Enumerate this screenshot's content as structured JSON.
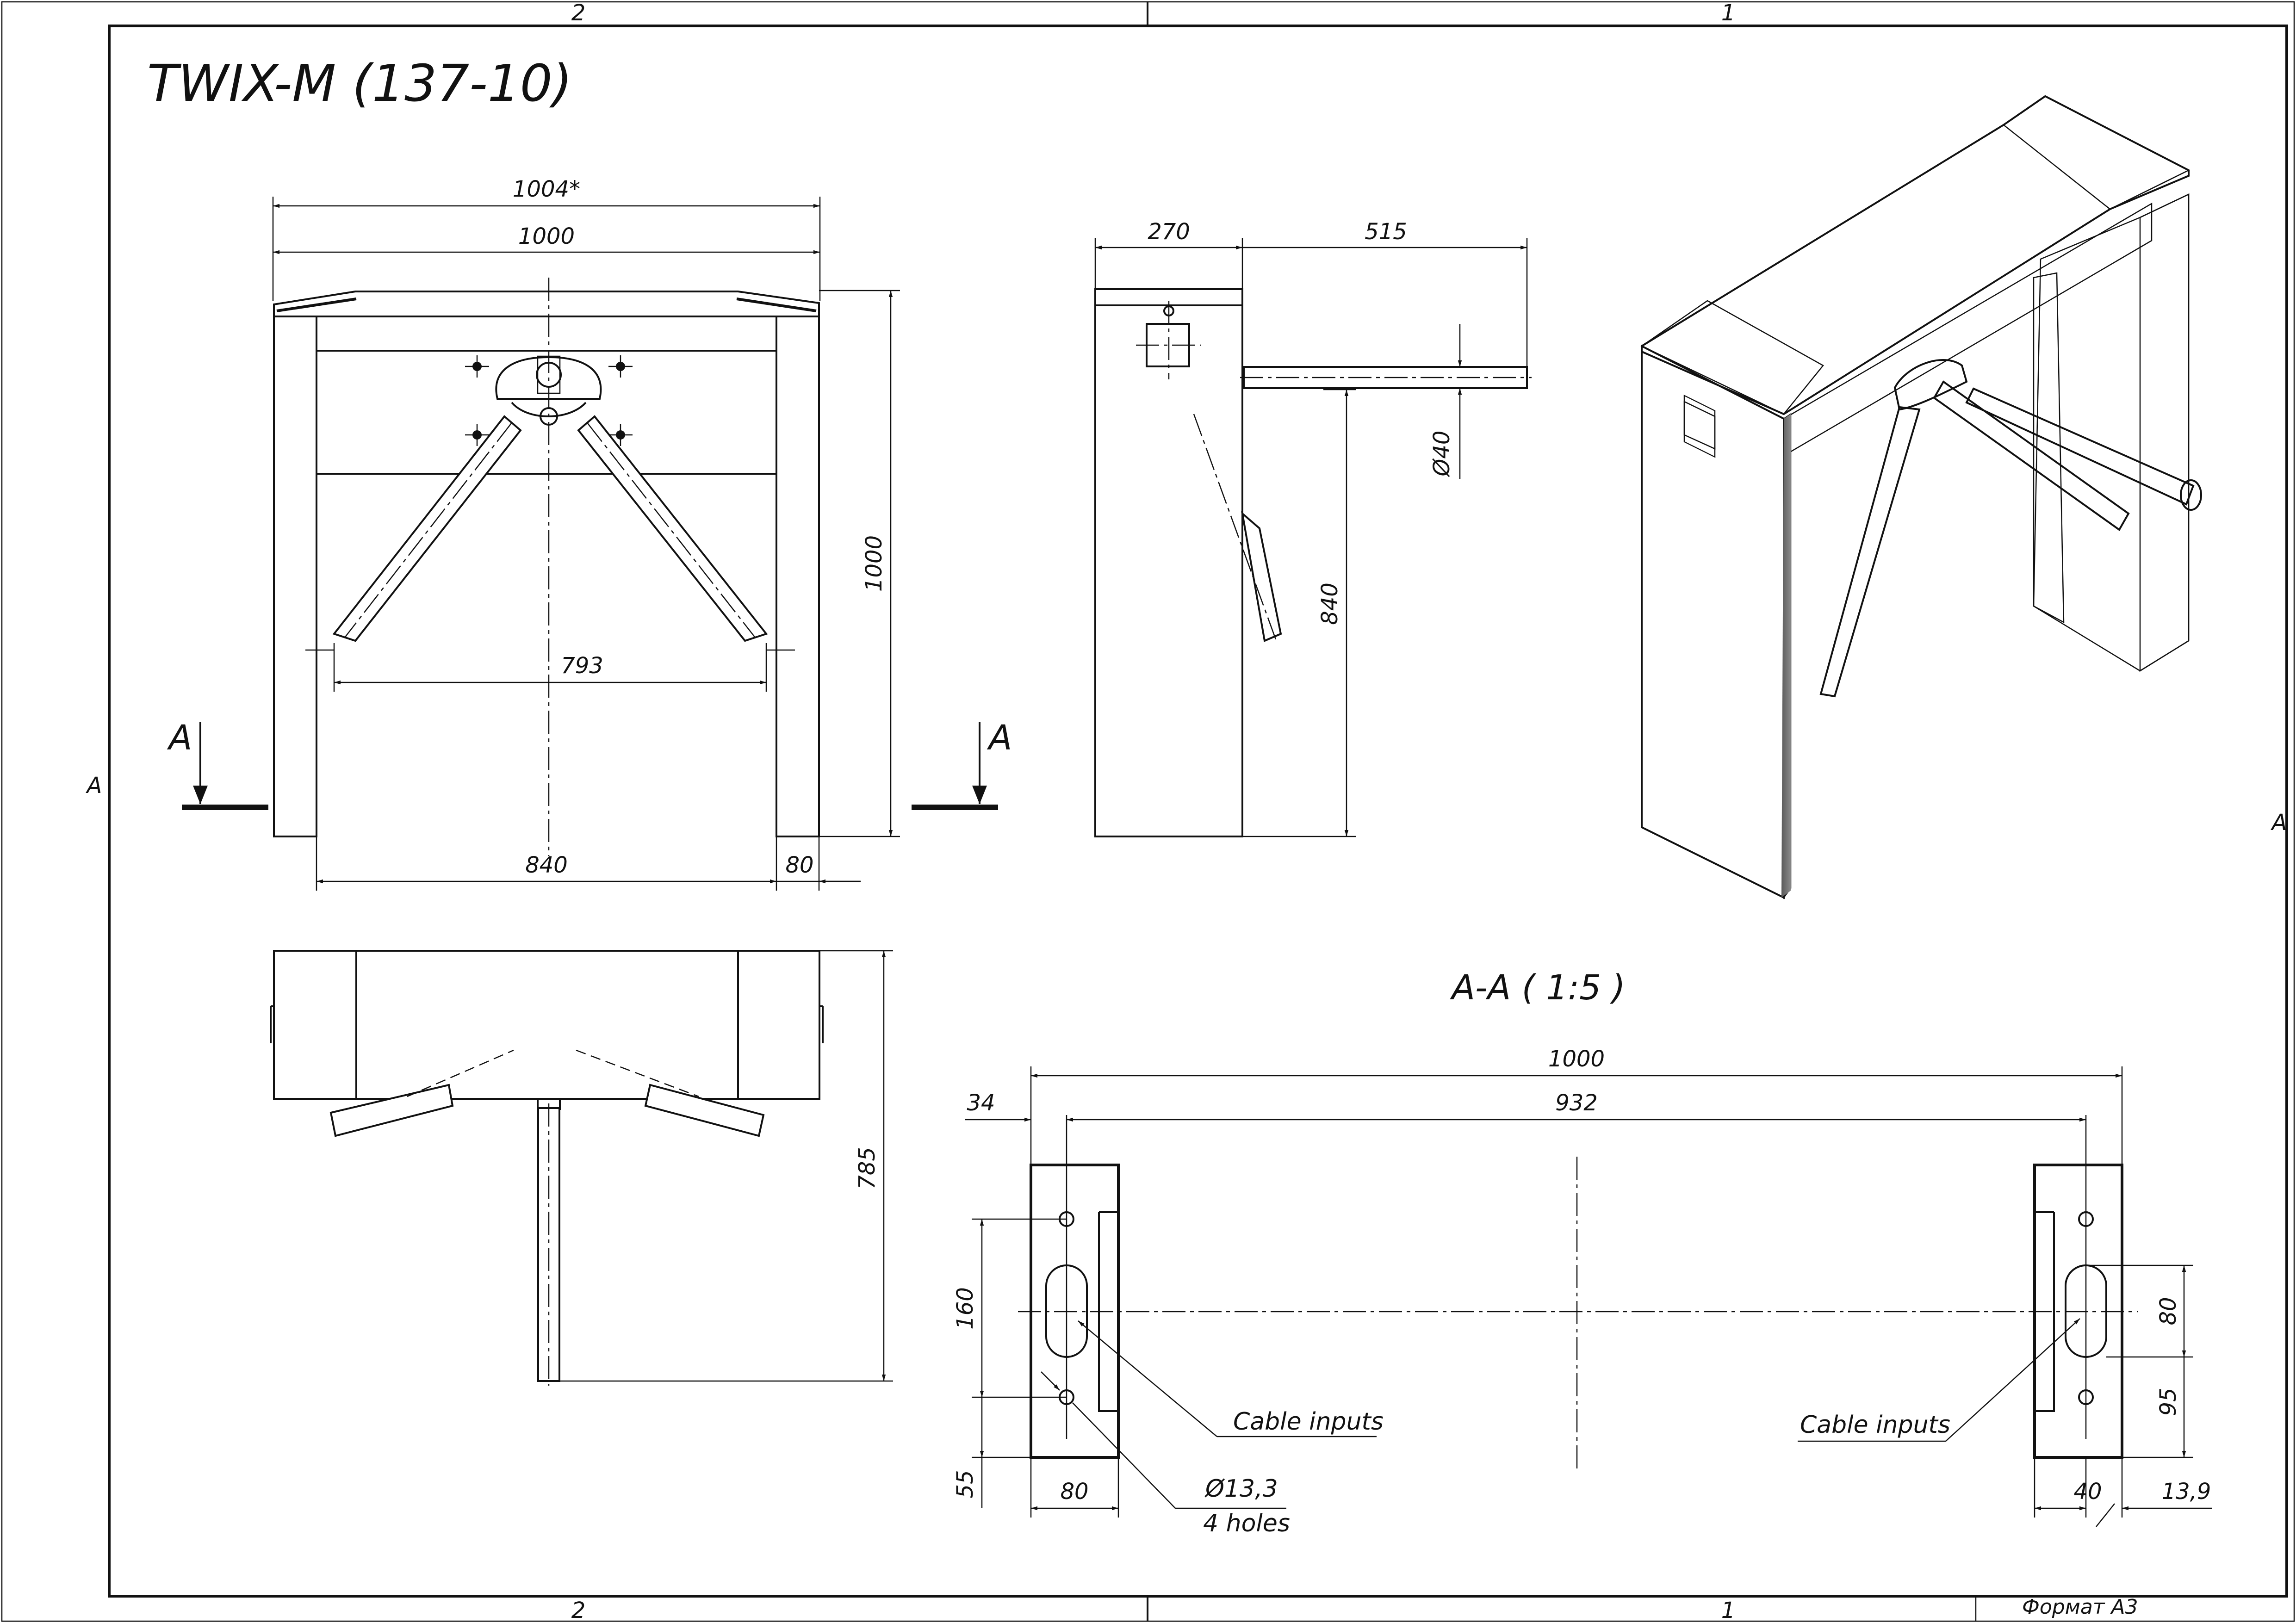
{
  "title": "TWIX-M (137-10)",
  "zones": {
    "col_left": "2",
    "col_right": "1",
    "row": "A"
  },
  "front_view": {
    "width_overall": "1004*",
    "width": "1000",
    "height": "1000",
    "arm_span": "793",
    "inner_width": "840",
    "post_width": "80",
    "section_mark": "A"
  },
  "side_view": {
    "depth": "270",
    "arm_reach": "515",
    "arm_diameter": "Ø40",
    "arm_height": "840"
  },
  "top_view": {
    "depth": "785"
  },
  "section": {
    "title": "A-A ( 1:5 )",
    "overall": "1000",
    "hole_spacing": "932",
    "edge_offset": "34",
    "hole_pitch": "160",
    "bottom_offset": "55",
    "base_width": "80",
    "hole_diameter": "Ø13,3",
    "hole_count": "4 holes",
    "cable_label_left": "Cable inputs",
    "cable_label_right": "Cable inputs",
    "slot_height": "80",
    "slot_offset": "95",
    "slot_x": "40",
    "plate_gap": "13,9"
  },
  "sheet_format": "Формат А3"
}
